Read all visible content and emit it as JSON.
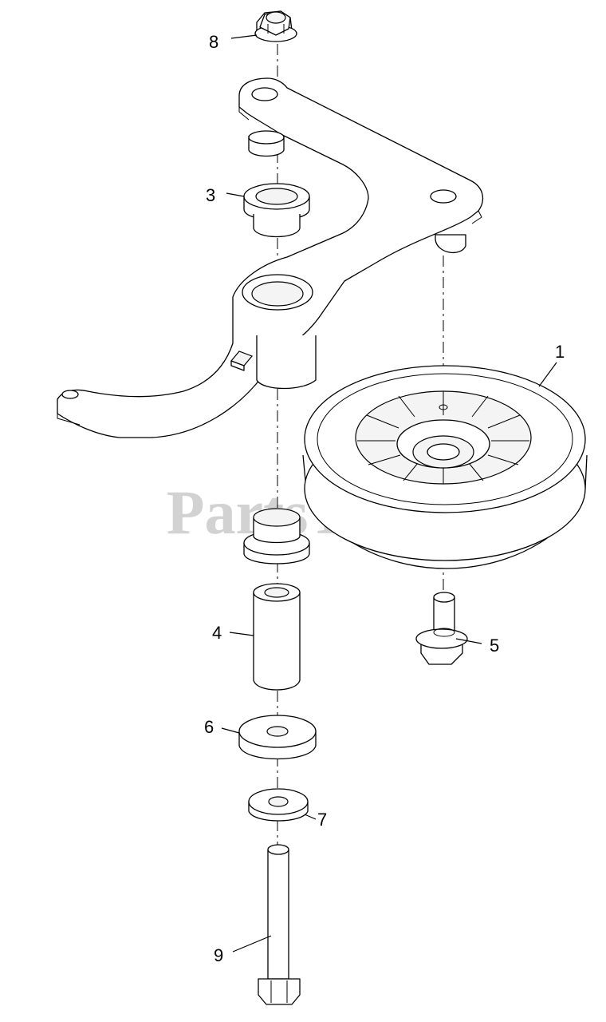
{
  "watermark": "PartsTree",
  "callouts": [
    {
      "id": "1",
      "part": "idler-pulley"
    },
    {
      "id": "3",
      "part": "upper-flange-bushing"
    },
    {
      "id": "4",
      "part": "spacer-tube"
    },
    {
      "id": "5",
      "part": "pulley-shoulder-bolt"
    },
    {
      "id": "6",
      "part": "large-washer"
    },
    {
      "id": "7",
      "part": "small-washer"
    },
    {
      "id": "8",
      "part": "flange-lock-nut"
    },
    {
      "id": "9",
      "part": "pivot-bolt"
    }
  ],
  "colors": {
    "line": "#000000",
    "watermark": "#d2d2d2",
    "background": "#ffffff"
  }
}
